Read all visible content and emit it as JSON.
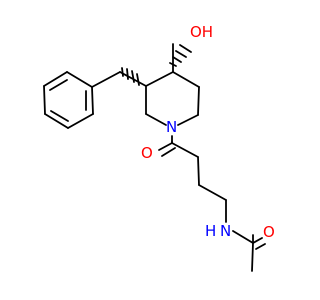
{
  "molecule": {
    "atom_labels": {
      "hydroxyl": "OH",
      "ring_nitrogen": "N",
      "ketone_oxygen": "O",
      "amide_nh": "N",
      "amide_h": "H",
      "amide_oxygen": "O"
    },
    "colors": {
      "bond": "#000000",
      "oxygen": "#ff0000",
      "nitrogen": "#0000ff"
    }
  }
}
